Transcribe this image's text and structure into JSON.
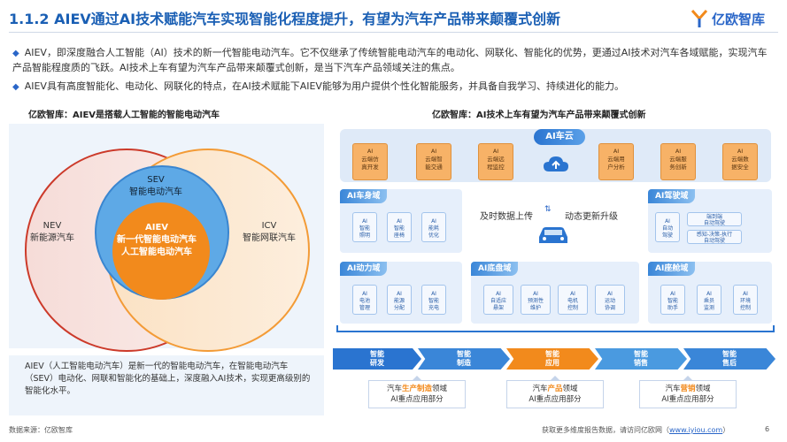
{
  "header": {
    "title": "1.1.2 AIEV通过AI技术赋能汽车实现智能化程度提升，有望为汽车产品带来颠覆式创新",
    "logo": "亿欧智库"
  },
  "bullets": [
    "AIEV，即深度融合人工智能（AI）技术的新一代智能电动汽车。它不仅继承了传统智能电动汽车的电动化、网联化、智能化的优势，更通过AI技术对汽车各域赋能，实现汽车产品智能程度质的飞跃。AI技术上车有望为汽车产品带来颠覆式创新，是当下汽车产品领域关注的焦点。",
    "AIEV具有高度智能化、电动化、网联化的特点，在AI技术赋能下AIEV能够为用户提供个性化智能服务，并具备自我学习、持续进化的能力。"
  ],
  "left": {
    "title": "亿欧智库：AIEV是搭载人工智能的智能电动汽车",
    "venn": {
      "nev": [
        "NEV",
        "新能源汽车"
      ],
      "icv": [
        "ICV",
        "智能网联汽车"
      ],
      "sev": [
        "SEV",
        "智能电动汽车"
      ],
      "aiev": [
        "AIEV",
        "新一代智能电动汽车",
        "人工智能电动汽车"
      ]
    },
    "description": "AIEV（人工智能电动汽车）是新一代的智能电动汽车，在智能电动汽车（SEV）电动化、网联和智能化的基础上，深度融入AI技术，实现更高级别的智能化水平。"
  },
  "right": {
    "title": "亿欧智库：AI技术上车有望为汽车产品带来颠覆式创新",
    "cloud": {
      "label": "AI车云",
      "cells": [
        [
          "AI",
          "云端仿",
          "真开发"
        ],
        [
          "AI",
          "云端智",
          "能交通"
        ],
        [
          "AI",
          "云端远",
          "程监控"
        ],
        [
          "AI",
          "云端用",
          "户分析"
        ],
        [
          "AI",
          "云端服",
          "务创新"
        ],
        [
          "AI",
          "云端数",
          "据安全"
        ]
      ]
    },
    "body_domain": {
      "label": "AI车身域",
      "cells": [
        [
          "AI",
          "智能",
          "照明"
        ],
        [
          "AI",
          "智能",
          "座椅"
        ],
        [
          "AI",
          "能耗",
          "优化"
        ]
      ]
    },
    "drive_domain": {
      "label": "AI驾驶域",
      "cells": [
        [
          "AI",
          "自动",
          "驾驶"
        ]
      ],
      "wide": [
        [
          "端到端",
          "自动驾驶"
        ],
        [
          "感知-决策-执行",
          "自动驾驶"
        ]
      ]
    },
    "center": {
      "left_text": "及时数据上传",
      "right_text": "动态更新升级"
    },
    "power_domain": {
      "label": "AI动力域",
      "cells": [
        [
          "AI",
          "电池",
          "管理"
        ],
        [
          "AI",
          "能源",
          "分配"
        ],
        [
          "AI",
          "智能",
          "充电"
        ]
      ]
    },
    "chassis_domain": {
      "label": "AI底盘域",
      "cells": [
        [
          "AI",
          "自适应",
          "悬架"
        ],
        [
          "AI",
          "预测性",
          "维护"
        ],
        [
          "AI",
          "电机",
          "控制"
        ],
        [
          "AI",
          "运动",
          "协调"
        ]
      ]
    },
    "cabin_domain": {
      "label": "AI座舱域",
      "cells": [
        [
          "AI",
          "智能",
          "助手"
        ],
        [
          "AI",
          "乘员",
          "监测"
        ],
        [
          "AI",
          "环境",
          "控制"
        ]
      ]
    },
    "chevrons": [
      [
        "智能",
        "研发"
      ],
      [
        "智能",
        "制造"
      ],
      [
        "智能",
        "应用"
      ],
      [
        "智能",
        "销售"
      ],
      [
        "智能",
        "售后"
      ]
    ],
    "apps": [
      {
        "pre": "汽车",
        "hl": "生产制造",
        "post": "领域",
        "line2": "AI重点应用部分"
      },
      {
        "pre": "汽车",
        "hl": "产品",
        "post": "领域",
        "line2": "AI重点应用部分"
      },
      {
        "pre": "汽车",
        "hl": "营销",
        "post": "领域",
        "line2": "AI重点应用部分"
      }
    ]
  },
  "footer": {
    "source": "数据来源：亿欧智库",
    "more": "获取更多维度报告数据，请访问亿欧网（",
    "url": "www.iyiou.com",
    "more_end": "）",
    "page": "6"
  },
  "colors": {
    "brand_blue": "#1a5fb4",
    "accent_orange": "#f28a1c",
    "nev_red": "#cc3a2a",
    "sev_blue": "#5ea9e6"
  }
}
